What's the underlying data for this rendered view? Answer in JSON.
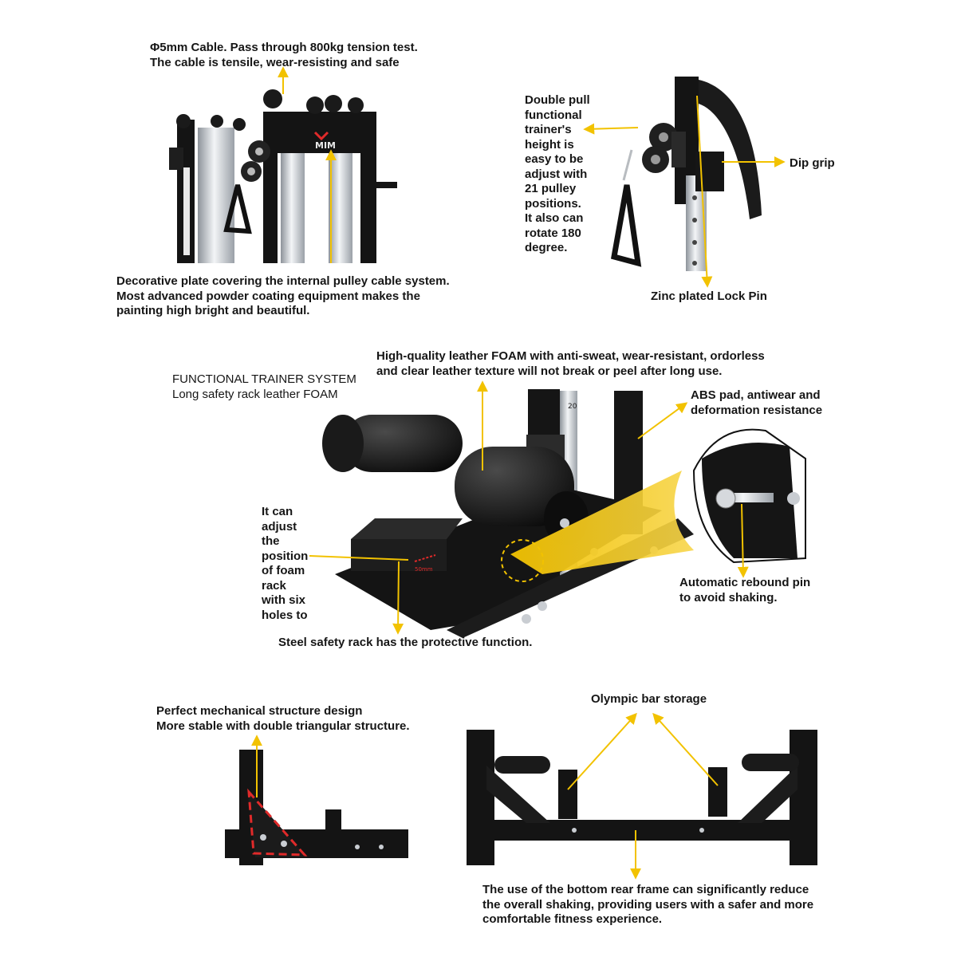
{
  "colors": {
    "accent": "#f2c200",
    "frame": "#141414",
    "warning_red": "#e02a2a",
    "chrome": "#c9cdd2"
  },
  "panel_cable": {
    "cable_note": "Φ5mm Cable. Pass through 800kg tension test.\nThe cable is tensile, wear-resisting and safe",
    "plate_note": "Decorative plate covering the internal pulley cable system.\nMost advanced powder coating equipment makes the\npainting high bright and beautiful.",
    "brand_logo": "MIM"
  },
  "panel_pulley": {
    "height_note": "Double pull\nfunctional\ntrainer's\nheight is\neasy to be\nadjust with\n21 pulley\npositions.\nIt also can\nrotate 180\ndegree.",
    "dip_grip": "Dip grip",
    "lock_pin": "Zinc plated Lock Pin"
  },
  "panel_foam": {
    "system_title": "FUNCTIONAL TRAINER SYSTEM\nLong safety rack leather FOAM",
    "leather_note": "High-quality leather FOAM with anti-sweat, wear-resistant, ordorless\nand clear leather texture will not break or peel after long use.",
    "abs_note": "ABS pad, antiwear and\ndeformation resistance",
    "adjust_note": "It can\nadjust\nthe\nposition\nof foam\nrack\nwith six\nholes to",
    "rebound_note": "Automatic rebound pin\nto avoid shaking.",
    "safety_note": "Steel safety rack has the protective function.",
    "upright_number": "20",
    "slide_mark": "50mm"
  },
  "panel_structure": {
    "structure_note": "Perfect mechanical structure design\nMore stable with double triangular structure."
  },
  "panel_frame": {
    "storage_label": "Olympic bar storage",
    "frame_note": "The use of the bottom rear frame can significantly reduce\nthe overall shaking, providing users with a safer and more\ncomfortable fitness experience."
  }
}
